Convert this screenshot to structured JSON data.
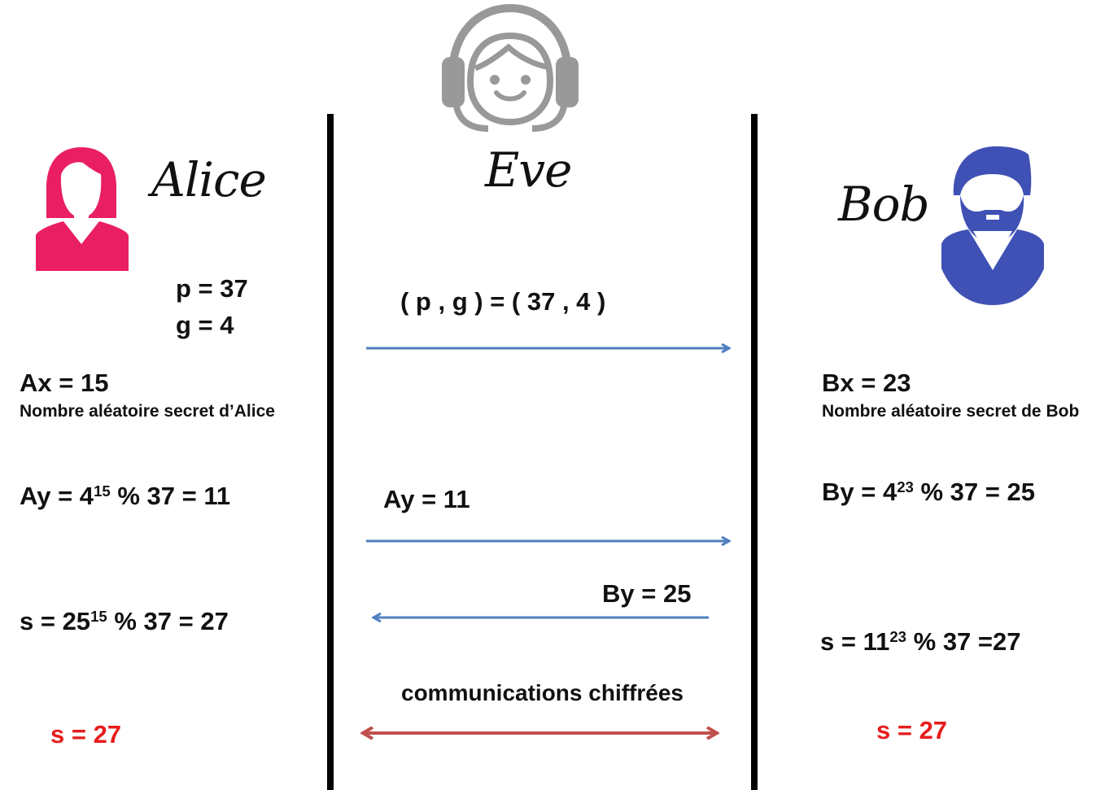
{
  "colors": {
    "alice": "#e91e63",
    "bob": "#3f51b5",
    "eve": "#999999",
    "arrow_blue": "#4f7fbf",
    "arrow_red": "#c0504d",
    "highlight": "#e81c1c"
  },
  "icons": {
    "alice": "woman-avatar-icon",
    "eve": "headphones-listener-icon",
    "bob": "bearded-man-avatar-icon"
  },
  "names": {
    "alice": "Alice",
    "eve": "Eve",
    "bob": "Bob"
  },
  "alice": {
    "p": "p = 37",
    "g": "g = 4",
    "secret": "Ax = 15",
    "secret_caption": "Nombre aléatoire secret d’Alice",
    "public_base": "Ay = 4",
    "public_exp": "15",
    "public_rest": " % 37 = 11",
    "shared_base": "s = 25",
    "shared_exp": "15",
    "shared_rest": " % 37 = 27",
    "result": "s = 27"
  },
  "bob": {
    "secret": "Bx = 23",
    "secret_caption": "Nombre aléatoire secret de Bob",
    "public_base": "By = 4",
    "public_exp": "23",
    "public_rest": " % 37 = 25",
    "shared_base": "s = 11",
    "shared_exp": "23",
    "shared_rest": " % 37 =27",
    "result": "s = 27"
  },
  "channel": {
    "params": "( p , g ) = ( 37 , 4 )",
    "ay": "Ay = 11",
    "by": "By = 25",
    "encrypted": "communications chiffrées"
  }
}
